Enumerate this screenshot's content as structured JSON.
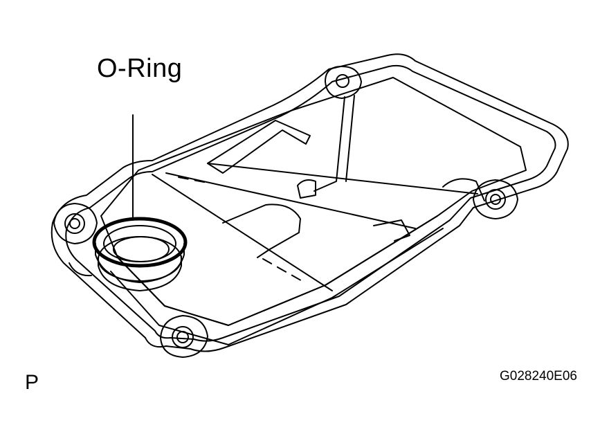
{
  "labels": {
    "part": "O-Ring",
    "view_code": "P",
    "figure_id": "G028240E06"
  },
  "colors": {
    "ink": "#000000",
    "background": "#ffffff"
  }
}
